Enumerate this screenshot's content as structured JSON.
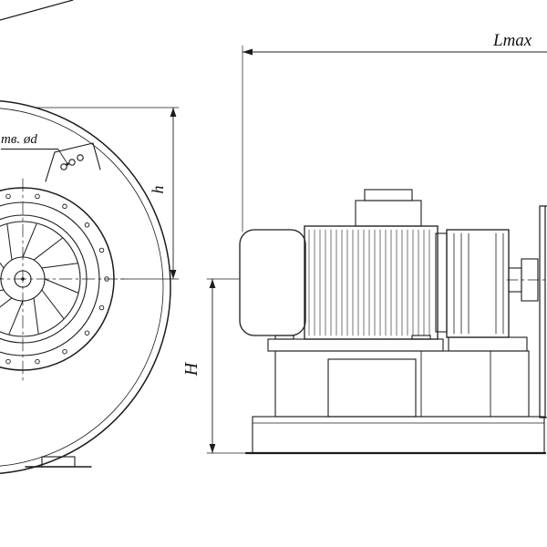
{
  "drawing": {
    "type": "technical-drawing",
    "views": {
      "front": "centrifugal-fan-front-view",
      "side": "fan-motor-assembly-side-view"
    },
    "labels": {
      "length_max": "Lmax",
      "overall_height": "H",
      "axis_height": "h",
      "holes_note": "тв. ød"
    },
    "colors": {
      "line": "#1c1c1c",
      "background": "#ffffff"
    }
  }
}
